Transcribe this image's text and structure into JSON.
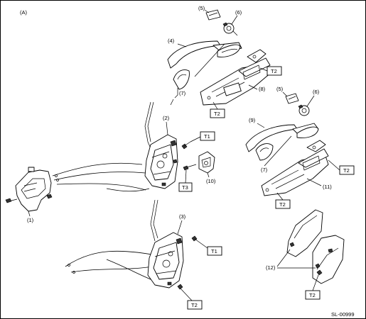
{
  "figure_id": "(A)",
  "code": "SL-00999",
  "callouts": {
    "c1": "(1)",
    "c2": "(2)",
    "c3": "(3)",
    "c4": "(4)",
    "c5a": "(5)",
    "c6a": "(6)",
    "c7a": "(7)",
    "c8": "(8)",
    "c9": "(9)",
    "c5b": "(5)",
    "c6b": "(6)",
    "c7b": "(7)",
    "c10": "(10)",
    "c11": "(11)",
    "c12": "(12)"
  },
  "torque_tags": {
    "t1_upper": "T1",
    "t3": "T3",
    "t1_lower": "T1",
    "t2_lower_lock": "T2",
    "t2_upper_frame": "T2",
    "t2_upper_frame_b": "T2",
    "t2_right_frame": "T2",
    "t2_right_frame_b": "T2",
    "t2_cover": "T2"
  }
}
